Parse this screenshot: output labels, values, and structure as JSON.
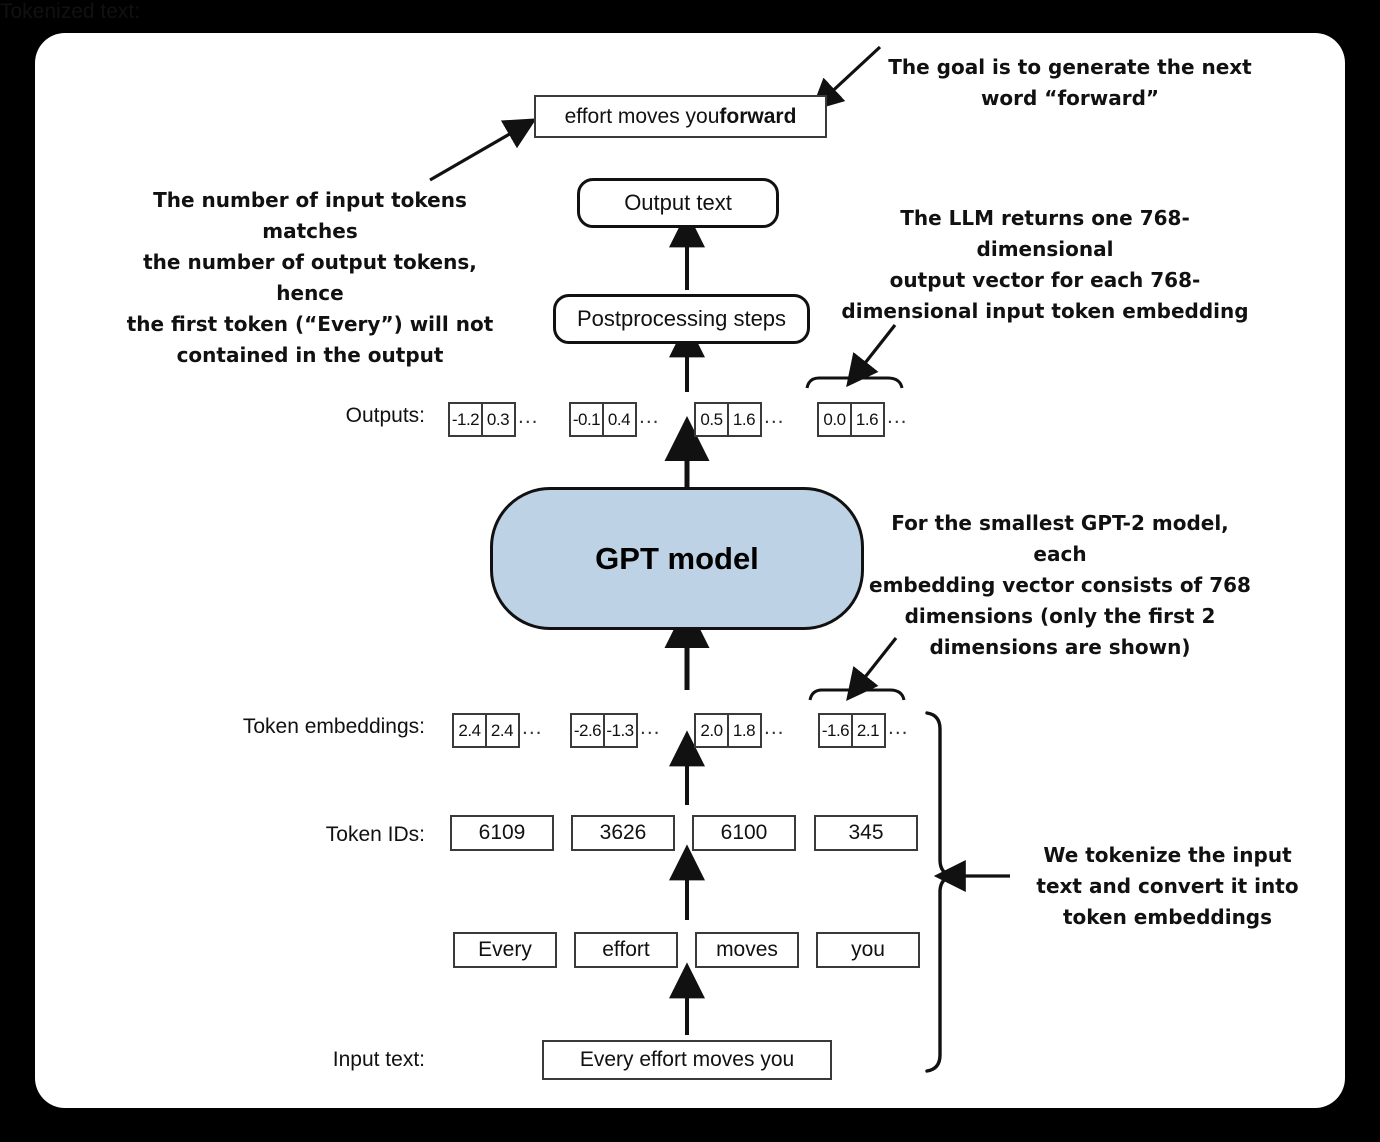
{
  "figure": {
    "background_color": "#000000",
    "card_color": "#ffffff",
    "gpt_box_color": "#bed2e6"
  },
  "top": {
    "prediction_box": {
      "prefix": "effort moves you ",
      "bold_word": "forward"
    },
    "output_text_box": "Output text",
    "postprocessing_box": "Postprocessing steps"
  },
  "gpt": {
    "label": "GPT model"
  },
  "rows": {
    "outputs_label": "Outputs:",
    "token_embeddings_label": "Token embeddings:",
    "token_ids_label": "Token IDs:",
    "tokenized_text_label": "Tokenized text:",
    "input_text_label": "Input text:"
  },
  "outputs_vectors": [
    {
      "values": [
        "-1.2",
        "0.3"
      ],
      "ellipsis": "..."
    },
    {
      "values": [
        "-0.1",
        "0.4"
      ],
      "ellipsis": "..."
    },
    {
      "values": [
        "0.5",
        "1.6"
      ],
      "ellipsis": "..."
    },
    {
      "values": [
        "0.0",
        "1.6"
      ],
      "ellipsis": "...",
      "braced": true
    }
  ],
  "token_embedding_vectors": [
    {
      "values": [
        "2.4",
        "2.4"
      ],
      "ellipsis": "..."
    },
    {
      "values": [
        "-2.6",
        "-1.3"
      ],
      "ellipsis": "..."
    },
    {
      "values": [
        "2.0",
        "1.8"
      ],
      "ellipsis": "..."
    },
    {
      "values": [
        "-1.6",
        "2.1"
      ],
      "ellipsis": "...",
      "braced": true
    }
  ],
  "token_ids": [
    "6109",
    "3626",
    "6100",
    "345"
  ],
  "tokenized_text": [
    "Every",
    "effort",
    "moves",
    "you"
  ],
  "input_text": "Every effort moves you",
  "annotations": {
    "goal": {
      "lines": [
        "The goal is to generate the next",
        "word “forward”"
      ]
    },
    "token_count": {
      "lines": [
        "The number of input tokens matches",
        "the number of output tokens, hence",
        "the first token (“Every”) will not",
        "contained in the output"
      ]
    },
    "llm_returns": {
      "lines": [
        "The LLM returns one 768-dimensional",
        "output vector for each 768-",
        "dimensional input token embedding"
      ]
    },
    "embedding_dims": {
      "lines": [
        "For the smallest GPT-2 model, each",
        "embedding vector consists of 768",
        "dimensions (only the first 2",
        "dimensions are shown)"
      ]
    },
    "tokenize": {
      "lines": [
        "We tokenize the input",
        "text and convert it into",
        "token embeddings"
      ]
    }
  }
}
